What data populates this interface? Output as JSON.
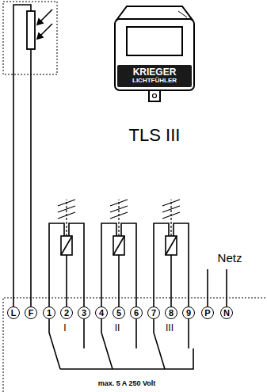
{
  "diagram": {
    "nodes": [
      {
        "text": [
          "KRIEGER",
          "LICHTFÜHLER"
        ]
      },
      {
        "text": [
          "L"
        ]
      },
      {
        "text": [
          "F"
        ]
      },
      {
        "text": [
          "1"
        ]
      },
      {
        "text": [
          "2"
        ]
      },
      {
        "text": [
          "3"
        ]
      },
      {
        "text": [
          "4"
        ]
      },
      {
        "text": [
          "5"
        ]
      },
      {
        "text": [
          "6"
        ]
      },
      {
        "text": [
          "7"
        ]
      },
      {
        "text": [
          "8"
        ]
      },
      {
        "text": [
          "9"
        ]
      },
      {
        "text": [
          "P"
        ]
      },
      {
        "text": [
          "N"
        ]
      }
    ],
    "labels": [
      "TLS III",
      "I",
      "II",
      "III",
      "Netz",
      "max. 5 A 250 Volt"
    ]
  }
}
